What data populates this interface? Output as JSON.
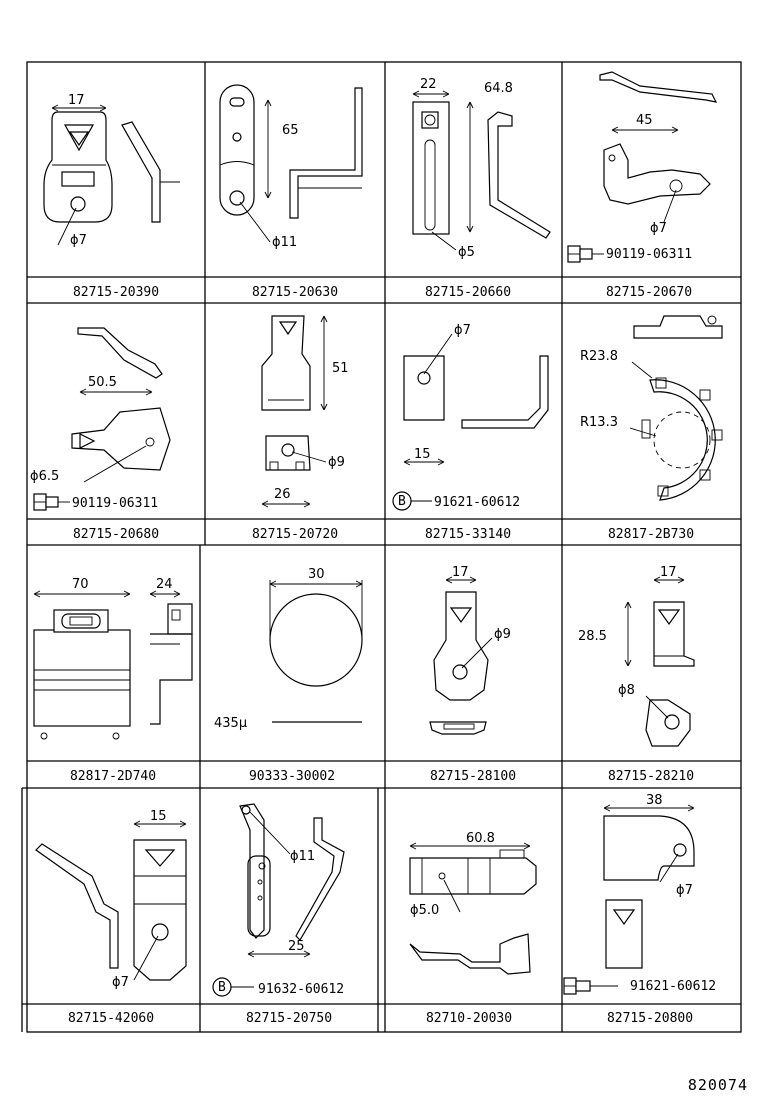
{
  "cells": [
    {
      "part": "82715-20390",
      "labels": [
        "17",
        "ϕ7"
      ]
    },
    {
      "part": "82715-20630",
      "labels": [
        "65",
        "ϕ11"
      ]
    },
    {
      "part": "82715-20660",
      "labels": [
        "22",
        "64.8",
        "ϕ5"
      ]
    },
    {
      "part": "82715-20670",
      "labels": [
        "45",
        "ϕ7"
      ],
      "bolt": "90119-06311"
    },
    {
      "part": "82715-20680",
      "labels": [
        "50.5",
        "ϕ6.5"
      ],
      "bolt": "90119-06311"
    },
    {
      "part": "82715-20720",
      "labels": [
        "51",
        "ϕ9",
        "26"
      ]
    },
    {
      "part": "82715-33140",
      "labels": [
        "ϕ7",
        "15"
      ],
      "bolt": "91621-60612",
      "bolt_mark": "B"
    },
    {
      "part": "82817-2B730",
      "labels": [
        "R23.8",
        "R13.3"
      ]
    },
    {
      "part": "82817-2D740",
      "labels": [
        "70",
        "24"
      ]
    },
    {
      "part": "90333-30002",
      "labels": [
        "30",
        "435μ"
      ]
    },
    {
      "part": "82715-28100",
      "labels": [
        "17",
        "ϕ9"
      ]
    },
    {
      "part": "82715-28210",
      "labels": [
        "17",
        "28.5",
        "ϕ8"
      ]
    },
    {
      "part": "82715-42060",
      "labels": [
        "15",
        "ϕ7"
      ]
    },
    {
      "part": "82715-20750",
      "labels": [
        "ϕ11",
        "25"
      ],
      "bolt": "91632-60612",
      "bolt_mark": "B"
    },
    {
      "part": "82710-20030",
      "labels": [
        "60.8",
        "ϕ5.0"
      ]
    },
    {
      "part": "82715-20800",
      "labels": [
        "38",
        "ϕ7"
      ],
      "bolt": "91621-60612"
    }
  ],
  "reference": "820074"
}
